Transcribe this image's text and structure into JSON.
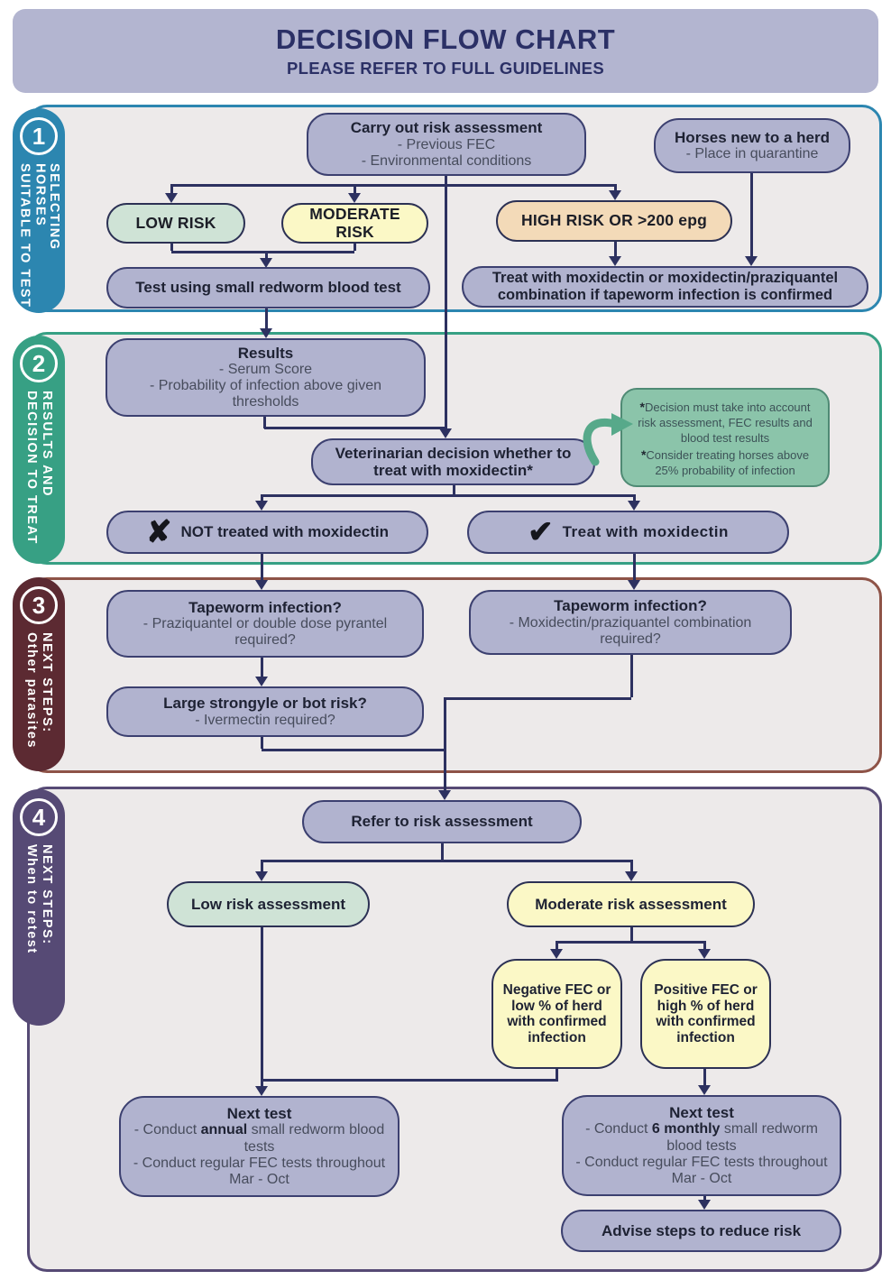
{
  "header": {
    "title": "DECISION FLOW CHART",
    "subtitle": "PLEASE REFER TO FULL GUIDELINES"
  },
  "sections": {
    "s1": {
      "number": "1",
      "label_line1": "SELECTING HORSES",
      "label_line2": "SUITABLE TO TEST"
    },
    "s2": {
      "number": "2",
      "label_line1": "RESULTS AND",
      "label_line2": "DECISION TO TREAT"
    },
    "s3": {
      "number": "3",
      "label_line1": "NEXT STEPS:",
      "label_line2": "Other parasites"
    },
    "s4": {
      "number": "4",
      "label_line1": "NEXT STEPS:",
      "label_line2": "When to retest"
    }
  },
  "boxes": {
    "carry_out": {
      "title": "Carry out risk assessment",
      "line1": "- Previous FEC",
      "line2": "- Environmental conditions"
    },
    "new_herd": {
      "title": "Horses new to a herd",
      "line1": "- Place in quarantine"
    },
    "low_risk": "LOW RISK",
    "moderate_risk": "MODERATE RISK",
    "high_risk": "HIGH RISK OR >200 epg",
    "blood_test": "Test using small redworm blood test",
    "treat_combo": "Treat with moxidectin or moxidectin/praziquantel combination if tapeworm infection is confirmed",
    "results": {
      "title": "Results",
      "line1": "- Serum Score",
      "line2": "- Probability of infection above given thresholds"
    },
    "vet_decision": "Veterinarian decision whether to treat with moxidectin*",
    "note": {
      "item1_star": "*",
      "item1_text": "Decision must take into account risk assessment, FEC results and blood test results",
      "item2_star": "*",
      "item2_text": "Consider treating horses above 25% probability of infection"
    },
    "not_treated": {
      "mark": "✘",
      "text": "NOT treated with moxidectin"
    },
    "treated": {
      "mark": "✔",
      "text": "Treat with moxidectin"
    },
    "tapeworm_left": {
      "title": "Tapeworm infection?",
      "line1": "- Praziquantel or double dose pyrantel required?"
    },
    "tapeworm_right": {
      "title": "Tapeworm infection?",
      "line1": "- Moxidectin/praziquantel combination required?"
    },
    "strongyle": {
      "title": "Large strongyle or bot risk?",
      "line1": "- Ivermectin required?"
    },
    "refer": "Refer to risk assessment",
    "low_assessment": "Low risk assessment",
    "moderate_assessment": "Moderate risk assessment",
    "negative_fec": "Negative FEC or low % of herd with confirmed infection",
    "positive_fec": "Positive FEC or high % of herd with confirmed infection",
    "next_test_left": {
      "title": "Next test",
      "pre": "- Conduct ",
      "bold": "annual",
      "post": " small redworm blood tests",
      "line2": "- Conduct regular FEC tests throughout Mar - Oct"
    },
    "next_test_right": {
      "title": "Next test",
      "pre": "- Conduct ",
      "bold": "6 monthly",
      "post": " small redworm blood tests",
      "line2": "- Conduct regular FEC tests throughout Mar - Oct"
    },
    "advise": "Advise steps to reduce risk"
  },
  "colors": {
    "header_fill": "#b3b5d0",
    "title_text": "#2b3066",
    "panel_bg": "#edeaea",
    "section1_accent": "#2c86b0",
    "section2_accent": "#37a084",
    "section3_border": "#8e5347",
    "section3_tab": "#5c2a32",
    "section4_accent": "#564a75",
    "box_lavender": "#b1b3cf",
    "box_mint": "#cfe3d6",
    "box_yellow": "#fbf8c6",
    "box_peach": "#f3dab8",
    "note_green": "#8bc4aa",
    "arrow_navy": "#2d3160",
    "curve_arrow_green": "#57a98a"
  }
}
